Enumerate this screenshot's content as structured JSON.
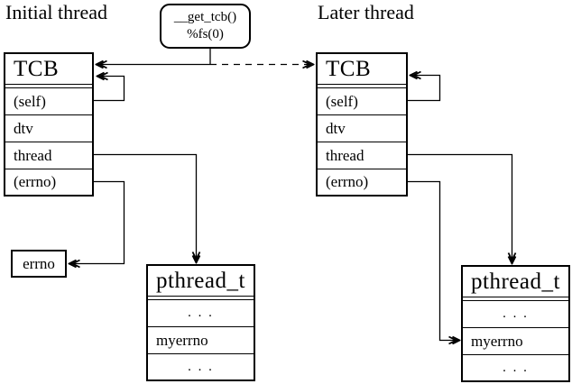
{
  "diagram": {
    "accessor": {
      "line1": "__get_tcb()",
      "line2": "%fs(0)"
    },
    "initial": {
      "title": "Initial thread",
      "tcb": {
        "header": "TCB",
        "rows": [
          "(self)",
          "dtv",
          "thread",
          "(errno)"
        ]
      },
      "pthread": {
        "header": "pthread_t",
        "rows": [
          ". . .",
          "myerrno",
          ". . ."
        ]
      },
      "errno_box": {
        "label": "errno"
      }
    },
    "later": {
      "title": "Later thread",
      "tcb": {
        "header": "TCB",
        "rows": [
          "(self)",
          "dtv",
          "thread",
          "(errno)"
        ]
      },
      "pthread": {
        "header": "pthread_t",
        "rows": [
          ". . .",
          "myerrno",
          ". . ."
        ]
      }
    },
    "colors": {
      "ink": "#000000",
      "background": "#ffffff"
    }
  }
}
